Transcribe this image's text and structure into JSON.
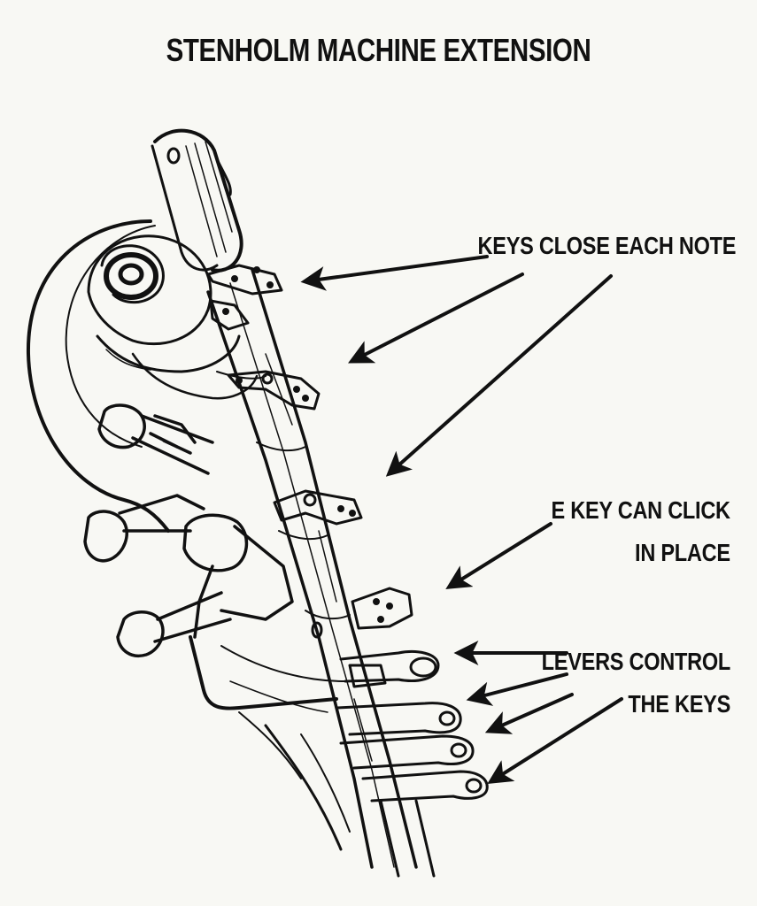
{
  "title": "STENHOLM MACHINE EXTENSION",
  "annotations": [
    {
      "id": "keys",
      "lines": [
        "KEYS CLOSE EACH NOTE"
      ]
    },
    {
      "id": "ekey",
      "lines": [
        "E KEY CAN CLICK",
        "IN PLACE"
      ]
    },
    {
      "id": "levers",
      "lines": [
        "LEVERS CONTROL",
        "THE KEYS"
      ]
    }
  ],
  "colors": {
    "ink": "#111111",
    "paper": "#f8f8f4"
  }
}
